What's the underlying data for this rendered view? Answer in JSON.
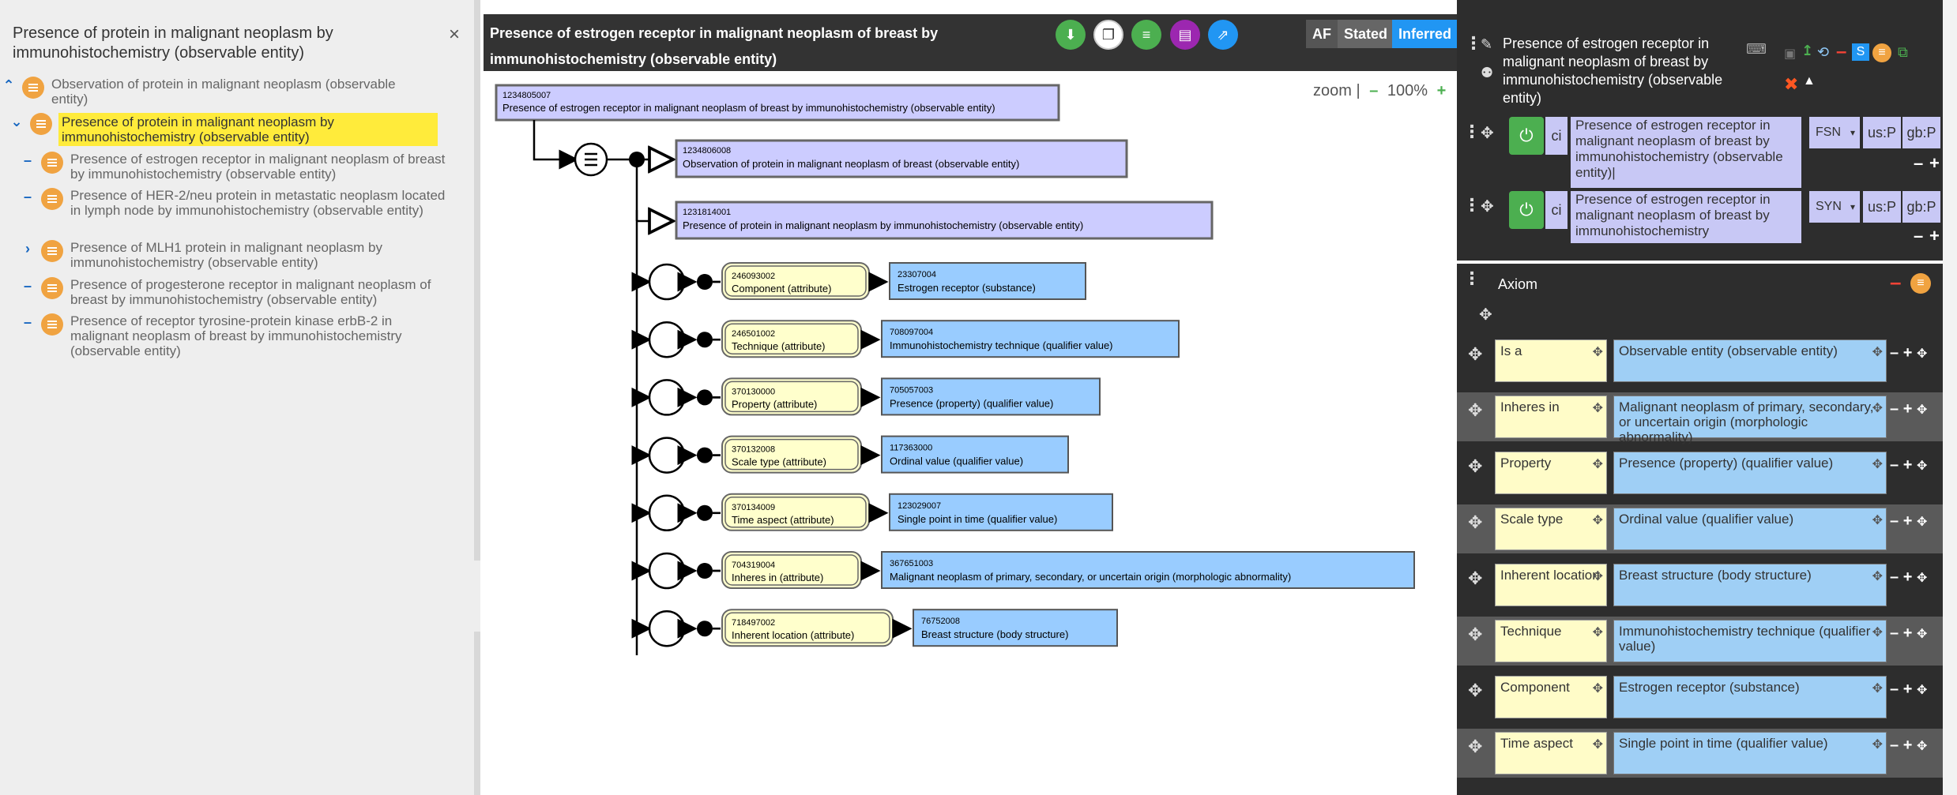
{
  "taxonomy": {
    "title": "Presence of protein in malignant neoplasm by immunohistochemistry (observable entity)",
    "close": "×",
    "items": [
      {
        "expander": "^",
        "label": "Observation of protein in malignant neoplasm (observable entity)",
        "selected": false
      },
      {
        "expander": "v",
        "label": "Presence of protein in malignant neoplasm by immunohistochemistry (observable entity)",
        "selected": true
      },
      {
        "expander": "–",
        "label": "Presence of estrogen receptor in malignant neoplasm of breast by immunohistochemistry (observable entity)",
        "selected": false
      },
      {
        "expander": "–",
        "label": "Presence of HER-2/neu protein in metastatic neoplasm located in lymph node by immunohistochemistry (observable entity)",
        "selected": false
      },
      {
        "expander": ">",
        "label": "Presence of MLH1 protein in malignant neoplasm by immunohistochemistry (observable entity)",
        "selected": false
      },
      {
        "expander": "–",
        "label": "Presence of progesterone receptor in malignant neoplasm of breast by immunohistochemistry (observable entity)",
        "selected": false
      },
      {
        "expander": "–",
        "label": "Presence of receptor tyrosine-protein kinase erbB-2 in malignant neoplasm of breast by immunohistochemistry (observable entity)",
        "selected": false
      }
    ]
  },
  "diagram": {
    "title": "Presence of estrogen receptor in malignant neoplasm of breast by immunohistochemistry (observable entity)",
    "toggles": {
      "af": "AF",
      "stated": "Stated",
      "inferred": "Inferred"
    },
    "zoom": {
      "label": "zoom |",
      "minus": "–",
      "value": "100%",
      "plus": "+"
    },
    "focus": {
      "id": "1234805007",
      "label": "Presence of estrogen receptor in malignant neoplasm of breast by immunohistochemistry (observable entity)"
    },
    "parents": [
      {
        "id": "1234806008",
        "label": "Observation of protein in malignant neoplasm of breast (observable entity)"
      },
      {
        "id": "1231814001",
        "label": "Presence of protein in malignant neoplasm by immunohistochemistry (observable entity)"
      }
    ],
    "relationships": [
      {
        "attr_id": "246093002",
        "attr": "Component (attribute)",
        "val_id": "23307004",
        "val": "Estrogen receptor (substance)"
      },
      {
        "attr_id": "246501002",
        "attr": "Technique (attribute)",
        "val_id": "708097004",
        "val": "Immunohistochemistry technique (qualifier value)"
      },
      {
        "attr_id": "370130000",
        "attr": "Property (attribute)",
        "val_id": "705057003",
        "val": "Presence (property) (qualifier value)"
      },
      {
        "attr_id": "370132008",
        "attr": "Scale type (attribute)",
        "val_id": "117363000",
        "val": "Ordinal value (qualifier value)"
      },
      {
        "attr_id": "370134009",
        "attr": "Time aspect (attribute)",
        "val_id": "123029007",
        "val": "Single point in time (qualifier value)"
      },
      {
        "attr_id": "704319004",
        "attr": "Inheres in (attribute)",
        "val_id": "367651003",
        "val": "Malignant neoplasm of primary, secondary, or uncertain origin (morphologic abnormality)"
      },
      {
        "attr_id": "718497002",
        "attr": "Inherent location (attribute)",
        "val_id": "76752008",
        "val": "Breast structure (body structure)"
      }
    ],
    "icons": [
      "download-icon",
      "copy-icon",
      "add-to-list-icon",
      "library-icon",
      "open-external-icon"
    ]
  },
  "editor": {
    "concept_title": "Presence of estrogen receptor in malignant neoplasm of breast by immunohistochemistry (observable entity)",
    "descriptions": [
      {
        "ci": "ci",
        "term": "Presence of estrogen receptor in malignant neoplasm of breast by immunohistochemistry (observable entity)|",
        "type": "FSN",
        "us": "us:P",
        "gb": "gb:P"
      },
      {
        "ci": "ci",
        "term": "Presence of estrogen receptor in malignant neoplasm of breast by immunohistochemistry",
        "type": "SYN",
        "us": "us:P",
        "gb": "gb:P"
      }
    ],
    "axiom_label": "Axiom",
    "axiom_rows": [
      {
        "attr": "Is a",
        "val": "Observable entity (observable entity)"
      },
      {
        "attr": "Inheres in",
        "val": "Malignant neoplasm of primary, secondary, or uncertain origin (morphologic abnormality)"
      },
      {
        "attr": "Property",
        "val": "Presence (property) (qualifier value)"
      },
      {
        "attr": "Scale type",
        "val": "Ordinal value (qualifier value)"
      },
      {
        "attr": "Inherent location",
        "val": "Breast structure (body structure)"
      },
      {
        "attr": "Technique",
        "val": "Immunohistochemistry technique (qualifier value)"
      },
      {
        "attr": "Component",
        "val": "Estrogen receptor (substance)"
      },
      {
        "attr": "Time aspect",
        "val": "Single point in time (qualifier value)"
      }
    ]
  }
}
